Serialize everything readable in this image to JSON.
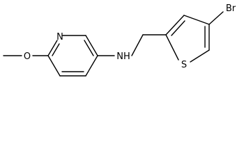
{
  "molecule": {
    "atoms": {
      "nitrogen_ring": "N",
      "amine": "NH",
      "oxygen": "O",
      "sulfur": "S",
      "bromine": "Br"
    }
  },
  "colors": {
    "bond": "#000000",
    "label": "#000000",
    "background": "#ffffff"
  }
}
